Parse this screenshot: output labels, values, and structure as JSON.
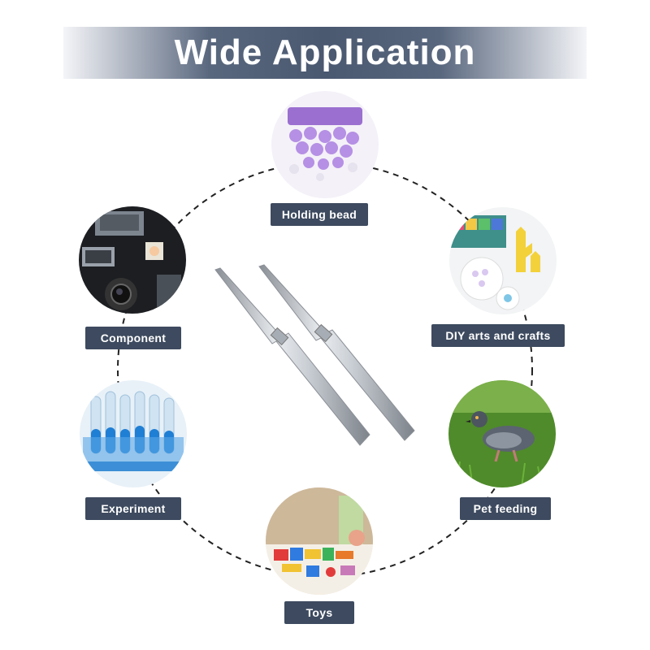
{
  "banner": {
    "title": "Wide Application"
  },
  "applications": [
    {
      "label": "Holding bead"
    },
    {
      "label": "DIY arts and crafts"
    },
    {
      "label": "Pet feeding"
    },
    {
      "label": "Toys"
    },
    {
      "label": "Experiment"
    },
    {
      "label": "Component"
    }
  ],
  "colors": {
    "label_bg": "#3d4a5f",
    "banner_mid": "#4a5870",
    "ring": "#222222"
  }
}
